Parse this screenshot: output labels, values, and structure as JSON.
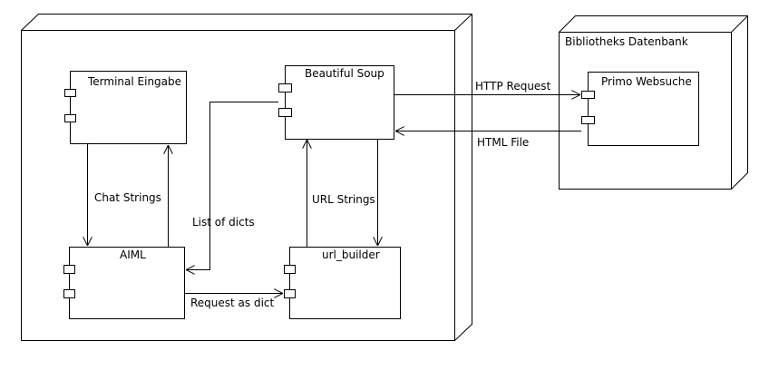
{
  "nodes": {
    "local_node": {
      "label": ""
    },
    "library_node": {
      "label": "Bibliotheks Datenbank"
    }
  },
  "components": {
    "terminal": {
      "label": "Terminal Eingabe"
    },
    "beautiful_soup": {
      "label": "Beautiful Soup"
    },
    "aiml": {
      "label": "AIML"
    },
    "url_builder": {
      "label": "url_builder"
    },
    "primo": {
      "label": "Primo Websuche"
    }
  },
  "edges": {
    "chat_strings": {
      "label": "Chat Strings"
    },
    "list_of_dicts": {
      "label": "List of dicts"
    },
    "url_strings": {
      "label": "URL Strings"
    },
    "request_as_dict": {
      "label": "Request as dict"
    },
    "http_request": {
      "label": "HTTP Request"
    },
    "html_file": {
      "label": "HTML File"
    }
  },
  "colors": {
    "stroke": "#000000",
    "background": "#ffffff"
  }
}
